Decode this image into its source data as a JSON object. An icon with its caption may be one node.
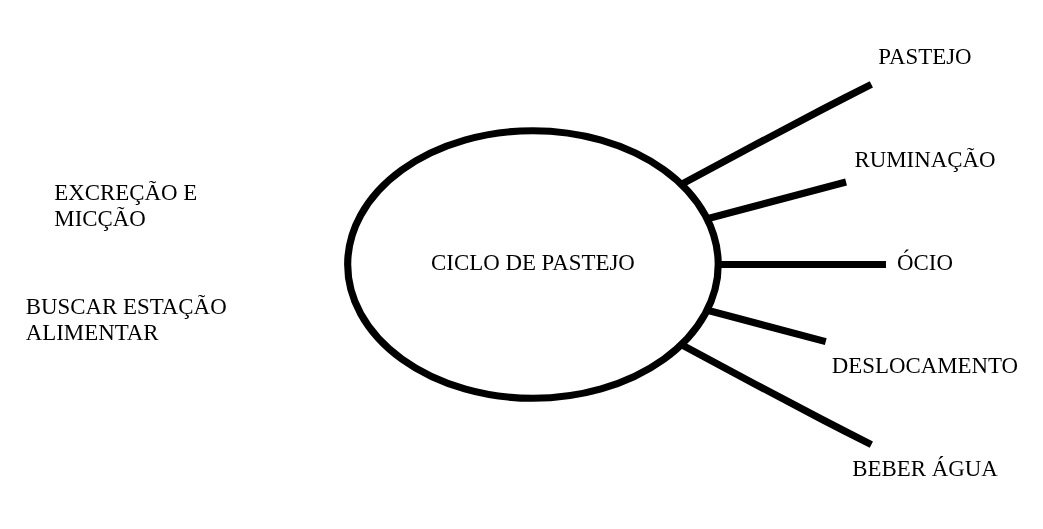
{
  "diagram": {
    "nodes": [
      {
        "text": [
          "CICLO DE PASTEJO"
        ]
      },
      {
        "text": [
          "PASTEJO"
        ]
      },
      {
        "text": [
          "RUMINAÇÃO"
        ]
      },
      {
        "text": [
          "ÓCIO"
        ]
      },
      {
        "text": [
          "DESLOCAMENTO"
        ]
      },
      {
        "text": [
          "BEBER ÁGUA"
        ]
      }
    ],
    "edges": [
      {
        "from": 0,
        "to": 1,
        "arrow": "none"
      },
      {
        "from": 0,
        "to": 2,
        "arrow": "none"
      },
      {
        "from": 0,
        "to": 3,
        "arrow": "none"
      },
      {
        "from": 0,
        "to": 4,
        "arrow": "none"
      },
      {
        "from": 0,
        "to": 5,
        "arrow": "none"
      }
    ],
    "labels": [
      "EXCREÇÃO E MICÇÃO",
      "BUSCAR ESTAÇÃO ALIMENTAR"
    ]
  }
}
